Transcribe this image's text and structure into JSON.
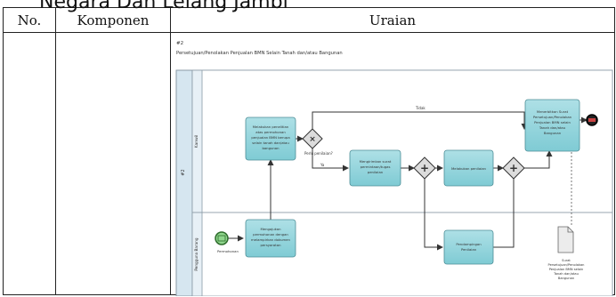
{
  "page_heading": "Negara Dan Lelang Jambi",
  "table": {
    "headers": {
      "no": "No.",
      "komponen": "Komponen",
      "uraian": "Uraian"
    }
  },
  "diagram": {
    "number": "#2",
    "title": "Persetujuan/Penolakan Penjualan BMN Selain Tanah dan/atau Bangunan",
    "pool_label": "#2",
    "lanes": [
      "Kanwil",
      "Pengguna Barang"
    ],
    "start_event_label": "Permohonan",
    "gateway_label": "Perlu penilaian?",
    "flow_labels": {
      "no": "Tidak",
      "yes": "Ya"
    },
    "tasks": {
      "review": [
        "Melakukan penelitian",
        "atas permohonan",
        "penjualan BMN berupa",
        "selain tanah dan/atau",
        "bangunan"
      ],
      "submit": [
        "Mengajukan",
        "permohonan dengan",
        "melampirkan dokumen",
        "persyaratan"
      ],
      "request_appraisal": [
        "Mengirimkan surat",
        "permintaan/tugas",
        "penilaian"
      ],
      "appraisal": [
        "Melakukan penilaian"
      ],
      "issue_letter": [
        "Menerbitkan Surat",
        "Persetujuan/Penolakan",
        "Penjualan BMN selain",
        "Tanah dan/atau",
        "Bangunan"
      ],
      "assist": [
        "Pendampingan",
        "Penilaian"
      ]
    },
    "document_label": [
      "Surat",
      "Persetujuan/Penolakan",
      "Penjualan BMN selain",
      "Tanah dan/atau",
      "Bangunan"
    ]
  }
}
